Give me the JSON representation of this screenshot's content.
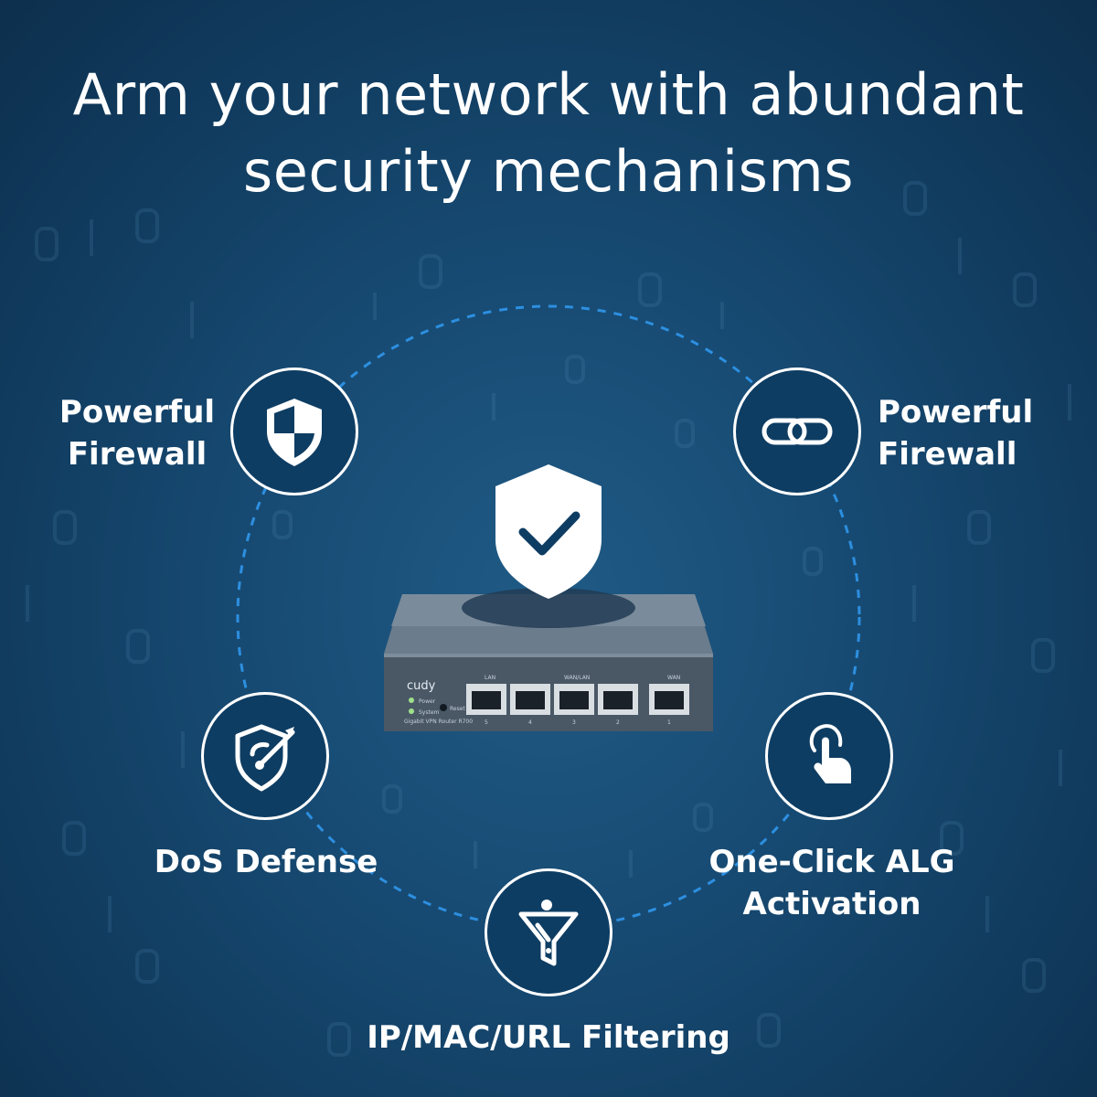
{
  "title": {
    "line1": "Arm your network with abundant",
    "line2": "security mechanisms"
  },
  "features": {
    "top_left": {
      "label_line1": "Powerful",
      "label_line2": "Firewall",
      "icon": "shield-half-icon"
    },
    "top_right": {
      "label_line1": "Powerful",
      "label_line2": "Firewall",
      "icon": "chain-link-icon"
    },
    "mid_left": {
      "label": "DoS Defense",
      "icon": "shield-target-icon"
    },
    "mid_right": {
      "label_line1": "One-Click ALG",
      "label_line2": "Activation",
      "icon": "hand-tap-icon"
    },
    "bottom": {
      "label": "IP/MAC/URL Filtering",
      "icon": "funnel-filter-icon"
    }
  },
  "router": {
    "brand": "cudy",
    "led_labels": [
      "Power",
      "System"
    ],
    "reset_label": "Reset",
    "model_text": "Gigabit VPN Router  R700",
    "port_group_labels": [
      "LAN",
      "WAN/LAN",
      "WAN"
    ],
    "port_numbers": [
      "5",
      "4",
      "3",
      "2",
      "1"
    ],
    "center_icon": "shield-check-icon"
  },
  "colors": {
    "background_dark": "#0d2f4d",
    "background_mid": "#1f5b86",
    "circle_fill": "#0e3d63",
    "dashed_ring": "#2d8fe0",
    "text": "#ffffff"
  }
}
